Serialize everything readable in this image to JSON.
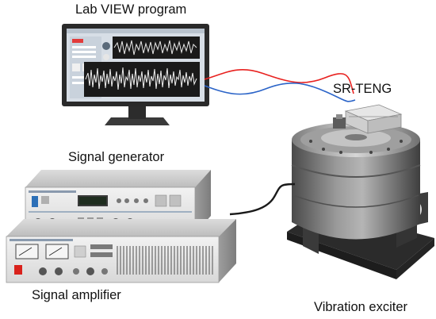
{
  "labels": {
    "labview": "Lab VIEW program",
    "sr_teng": "SR-TENG",
    "signal_generator": "Signal generator",
    "signal_amplifier": "Signal amplifier",
    "vibration_exciter": "Vibration exciter"
  },
  "colors": {
    "cable_red": "#e8211f",
    "cable_blue": "#2b64c8",
    "monitor_bezel": "#2a2a2a",
    "plot_background": "#1a1a1a",
    "app_background": "#d7dee6",
    "device_gray": "#c9c9c9",
    "exciter_body": "#6f6f6f",
    "exciter_base": "#2f2f2f"
  },
  "icons": {
    "monitor": "monitor-icon",
    "signal_generator": "signal-generator-device",
    "signal_amplifier": "signal-amplifier-device",
    "vibration_exciter": "vibration-exciter-device",
    "sr_teng": "sr-teng-device"
  }
}
